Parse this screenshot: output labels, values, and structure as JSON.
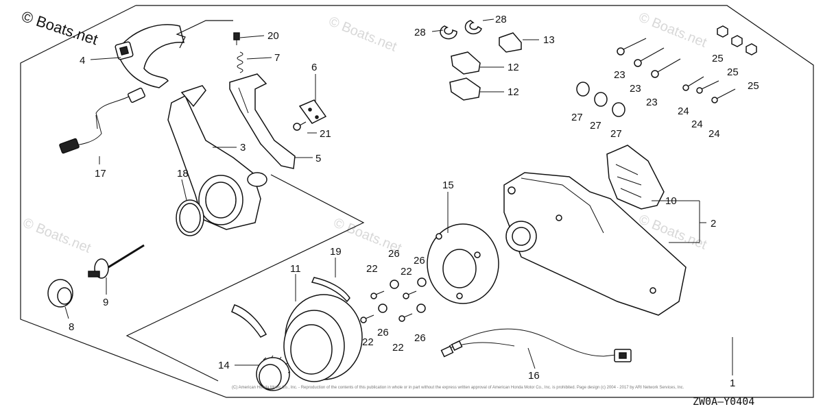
{
  "watermark": {
    "main": "© Boats.net",
    "faint": [
      "© Boats.net",
      "© Boats.net",
      "© Boats.net",
      "© Boats.net",
      "© Boats.net"
    ]
  },
  "diagram_code": "ZW0A—Y0404",
  "copyright_note": "(C) American Honda Motor Co., Inc. - Reproduction of the contents of this publication in whole or in part without the express written approval of American Honda Motor Co., Inc. is prohibited. Page design (c) 2004 - 2017 by ARI Network Services, Inc.",
  "callouts": [
    {
      "id": "c1",
      "text": "1"
    },
    {
      "id": "c2",
      "text": "2"
    },
    {
      "id": "c3",
      "text": "3"
    },
    {
      "id": "c4",
      "text": "4"
    },
    {
      "id": "c5",
      "text": "5"
    },
    {
      "id": "c6",
      "text": "6"
    },
    {
      "id": "c7",
      "text": "7"
    },
    {
      "id": "c8",
      "text": "8"
    },
    {
      "id": "c9",
      "text": "9"
    },
    {
      "id": "c10",
      "text": "10"
    },
    {
      "id": "c11",
      "text": "11"
    },
    {
      "id": "c12a",
      "text": "12"
    },
    {
      "id": "c12b",
      "text": "12"
    },
    {
      "id": "c13",
      "text": "13"
    },
    {
      "id": "c14",
      "text": "14"
    },
    {
      "id": "c15",
      "text": "15"
    },
    {
      "id": "c16",
      "text": "16"
    },
    {
      "id": "c17",
      "text": "17"
    },
    {
      "id": "c18",
      "text": "18"
    },
    {
      "id": "c19",
      "text": "19"
    },
    {
      "id": "c20",
      "text": "20"
    },
    {
      "id": "c21",
      "text": "21"
    },
    {
      "id": "c22a",
      "text": "22"
    },
    {
      "id": "c22b",
      "text": "22"
    },
    {
      "id": "c22c",
      "text": "22"
    },
    {
      "id": "c22d",
      "text": "22"
    },
    {
      "id": "c23a",
      "text": "23"
    },
    {
      "id": "c23b",
      "text": "23"
    },
    {
      "id": "c23c",
      "text": "23"
    },
    {
      "id": "c24a",
      "text": "24"
    },
    {
      "id": "c24b",
      "text": "24"
    },
    {
      "id": "c24c",
      "text": "24"
    },
    {
      "id": "c25a",
      "text": "25"
    },
    {
      "id": "c25b",
      "text": "25"
    },
    {
      "id": "c25c",
      "text": "25"
    },
    {
      "id": "c26a",
      "text": "26"
    },
    {
      "id": "c26b",
      "text": "26"
    },
    {
      "id": "c26c",
      "text": "26"
    },
    {
      "id": "c26d",
      "text": "26"
    },
    {
      "id": "c27a",
      "text": "27"
    },
    {
      "id": "c27b",
      "text": "27"
    },
    {
      "id": "c27c",
      "text": "27"
    },
    {
      "id": "c28a",
      "text": "28"
    },
    {
      "id": "c28b",
      "text": "28"
    }
  ]
}
